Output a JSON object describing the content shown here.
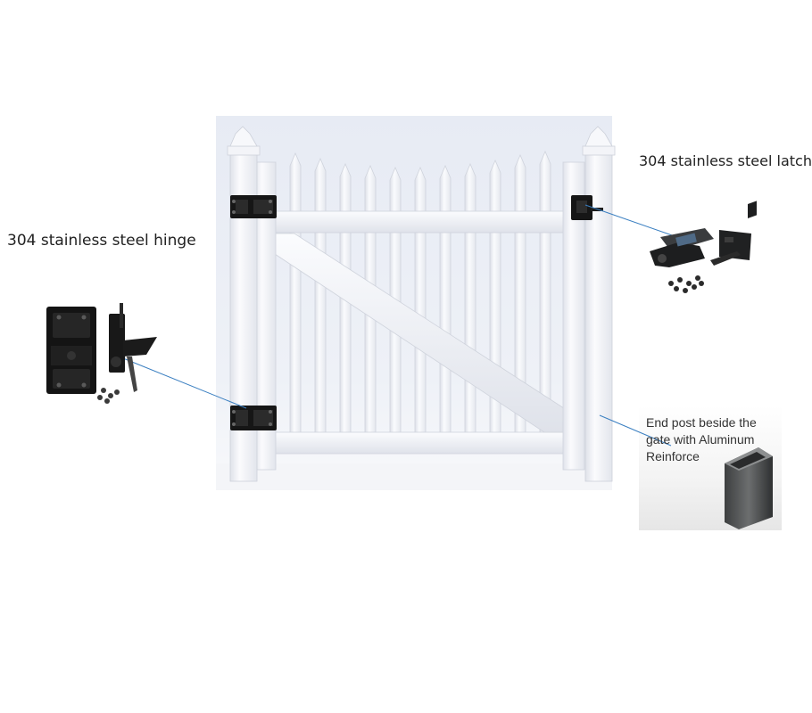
{
  "callouts": {
    "hinge": {
      "label": "304 stainless steel hinge",
      "icon": "hinge-icon"
    },
    "latch": {
      "label": "304 stainless steel latch",
      "icon": "latch-icon"
    },
    "end_post": {
      "label": "End post beside the gate with Aluminum Reinforce",
      "icon": "aluminum-post-icon"
    }
  },
  "colors": {
    "vinyl": "#f4f5f9",
    "vinyl_shade": "#d6d9e2",
    "hardware": "#151515",
    "leader_line": "#3a7fc1",
    "backdrop": "#eaedf5"
  }
}
